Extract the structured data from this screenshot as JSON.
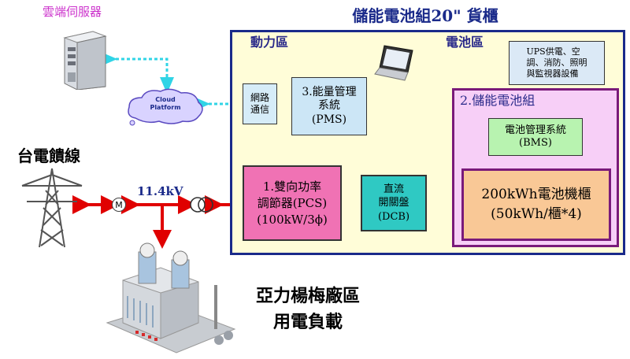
{
  "colors": {
    "container_border": "#1a2a8a",
    "container_fill": "#fffdd8",
    "divider": "#a0522d",
    "pms_fill": "#cce6f6",
    "net_fill": "#d6ecf8",
    "pcs_fill": "#f072b4",
    "dcb_fill": "#2fc9c3",
    "storage_fill": "#f7cff7",
    "storage_border": "#7a1a7a",
    "bms_fill": "#b8f3b0",
    "cabinet_fill": "#f9c896",
    "cabinet_border": "#7a1a7a",
    "ups_fill": "#dbe9f6",
    "power_arrow": "#e00000",
    "cloud_link": "#30d4e6",
    "server_label": "#cc33cc",
    "title": "#1a2a8a",
    "zone_label": "#2a2a8a"
  },
  "texts": {
    "server_label": "雲端伺服器",
    "cloud_label": "Cloud Platform",
    "container_title": "儲能電池組20\" 貨櫃",
    "zone_power": "動力區",
    "zone_battery": "電池區",
    "network_box": "網路\n通信",
    "pms_box": "3.能量管理\n系統\n(PMS)",
    "ups_box": "UPS供電、空\n調、消防、照明\n與監視器設備",
    "storage_title": "2.儲能電池組",
    "bms_box": "電池管理系統\n(BMS)",
    "cabinet_box": "200kWh電池機櫃\n(50kWh/櫃*4)",
    "pcs_box": "1.雙向功率\n調節器(PCS)\n(100kW/3ϕ)",
    "dcb_box": "直流\n開關盤\n(DCB)",
    "grid_label": "台電饋線",
    "voltage_label": "11.4kV",
    "meter_symbol": "M",
    "load_label": "亞力楊梅廠區\n用電負載"
  },
  "icons": {
    "server": "server-icon",
    "cloud": "cloud-icon",
    "laptop": "laptop-icon",
    "tower": "transmission-tower-icon",
    "meter": "meter-icon",
    "transformer": "transformer-icon",
    "factory": "factory-icon"
  }
}
